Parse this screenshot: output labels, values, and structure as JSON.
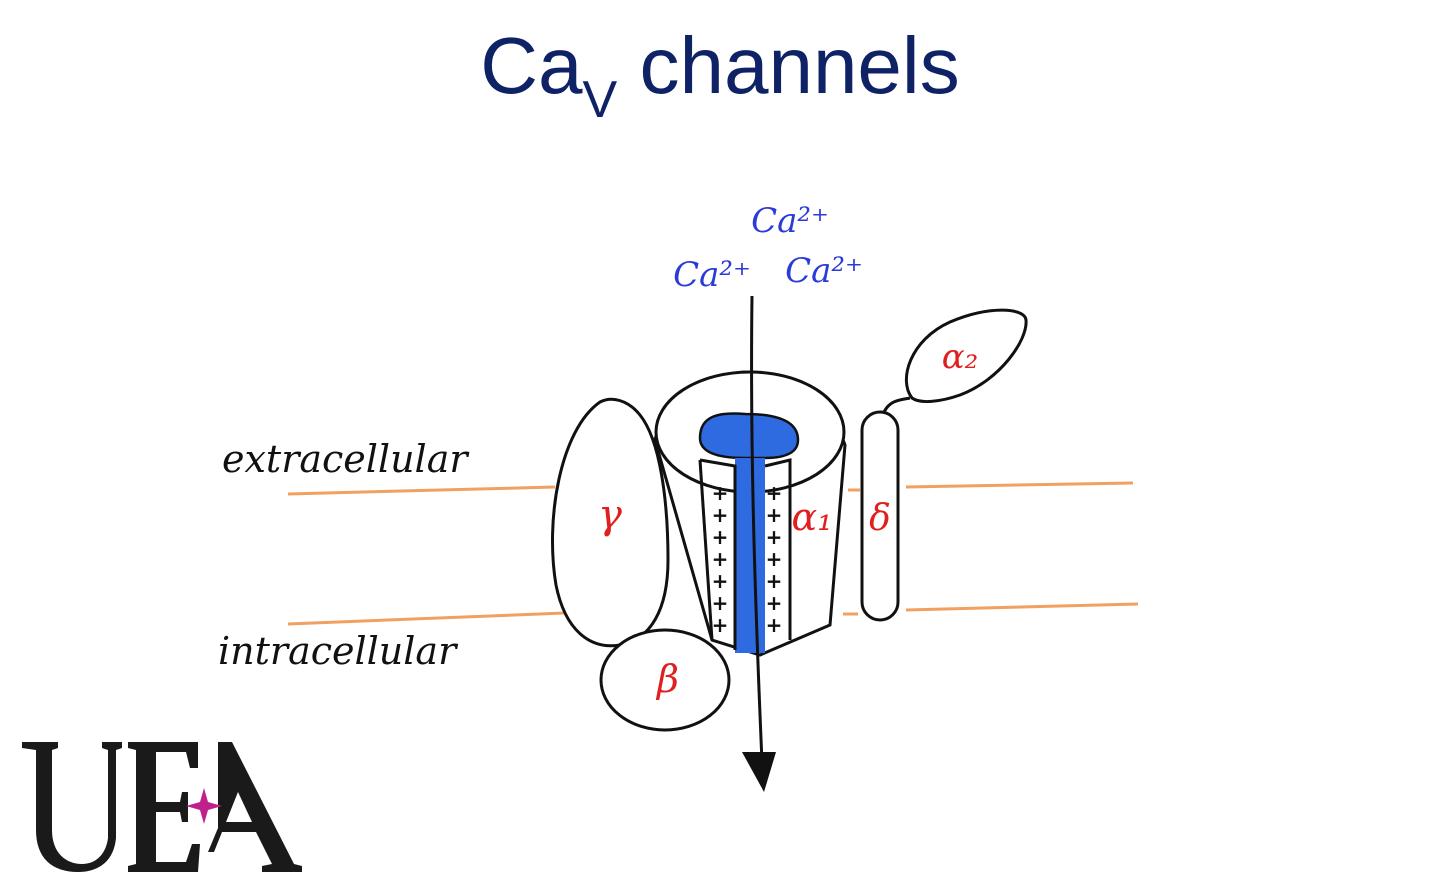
{
  "title": {
    "main": "Ca",
    "subscript": "V",
    "rest": " channels",
    "color": "#0f2266"
  },
  "labels": {
    "extracellular": "extracellular",
    "intracellular": "intracellular"
  },
  "ions": [
    "Ca²⁺",
    "Ca²⁺",
    "Ca²⁺"
  ],
  "subunits": {
    "alpha1": "α₁",
    "alpha2": "α₂",
    "beta": "β",
    "gamma": "γ",
    "delta": "δ"
  },
  "charges": "+",
  "colors": {
    "membrane": "#f0a060",
    "subunit_label": "#e02020",
    "ion": "#2a3bd8",
    "pore": "#2f6be0",
    "outline": "#111111",
    "logo_star": "#c0208a"
  },
  "logo": {
    "text": "UEA"
  }
}
